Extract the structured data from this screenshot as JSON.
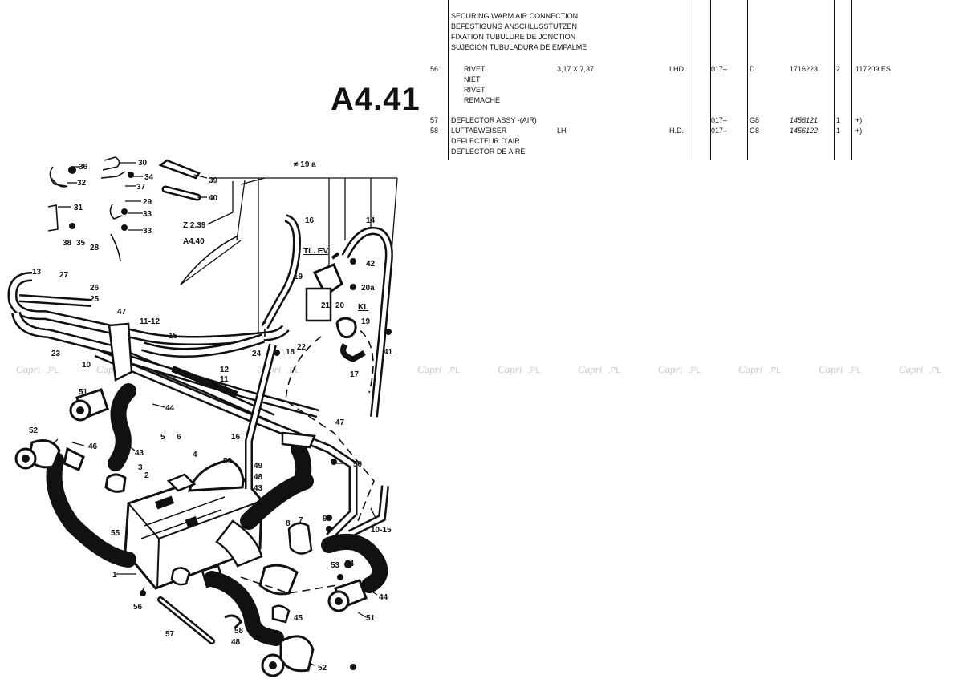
{
  "plate": {
    "code": "A4.41"
  },
  "heading": [
    "SECURING WARM AIR CONNECTION",
    "BEFESTIGUNG ANSCHLUSSTUTZEN",
    "FIXATION TUBULURE DE JONCTION",
    "SUJECION TUBULADURA DE EMPALME"
  ],
  "rows": [
    {
      "pos": "56",
      "names": [
        "RIVET",
        "NIET",
        "RIVET",
        "REMACHE"
      ],
      "spec": "3,17 X 7,37",
      "side": "LHD",
      "from": "017–",
      "code": "D",
      "part_no": "1716223",
      "qty": "2",
      "note": "117209 ES"
    },
    {
      "pos": "57",
      "names": [
        "DEFLECTOR ASSY -(AIR)"
      ],
      "spec": "",
      "side": "",
      "from": "017–",
      "code": "G8",
      "part_no": "1456121",
      "qty": "1",
      "note": "+)"
    },
    {
      "pos": "58",
      "names": [
        "LUFTABWEISER",
        "DEFLECTEUR D'AIR",
        "DEFLECTOR DE AIRE"
      ],
      "spec": "LH",
      "side": "H.D.",
      "from": "017–",
      "code": "G8",
      "part_no": "1456122",
      "qty": "1",
      "note": "+)"
    }
  ],
  "watermark": {
    "text": "Capri",
    "suffix": ".PL"
  },
  "callouts": {
    "c36": "36",
    "c32": "32",
    "c30": "30",
    "c34": "34",
    "c37": "37",
    "c39": "39",
    "c40": "40",
    "c29": "29",
    "c33a": "33",
    "c31": "31",
    "c33b": "33",
    "c28": "28",
    "c38": "38",
    "c35": "35",
    "c19a": "≠ 19 a",
    "cZ2": "Z 2.39",
    "cA4": "A4.40",
    "c16a": "16",
    "c14": "14",
    "cTLEV": "TL. EV",
    "c42": "42",
    "c19": "19",
    "c20a": "20a",
    "c21": "21",
    "c20": "20",
    "cKL": "KL",
    "c19b": "19",
    "c13": "13",
    "c27": "27",
    "c26": "26",
    "c25": "25",
    "c47a": "47",
    "c1112": "11-12",
    "c15": "15",
    "c23": "23",
    "c10": "10",
    "c24": "24",
    "c18": "18",
    "c22": "22",
    "c41": "41",
    "c17": "17",
    "c12": "12",
    "c11": "11",
    "c51a": "51",
    "c44a": "44",
    "c52a": "52",
    "c46a": "46",
    "c43a": "43",
    "c5": "5",
    "c6": "6",
    "c4": "4",
    "c3": "3",
    "c2": "2",
    "c59": "59",
    "c16b": "16",
    "c47b": "47",
    "c49": "49",
    "c48a": "48",
    "c50": "50",
    "c43b": "43",
    "c46b": "46",
    "c8": "8",
    "c7": "7",
    "c9": "9",
    "c1015": "10-15",
    "c55": "55",
    "c1": "1",
    "c53": "53",
    "c54": "54",
    "c44b": "44",
    "c56": "56",
    "c51b": "51",
    "c45": "45",
    "c58": "58",
    "c57": "57",
    "c48b": "48",
    "c52b": "52"
  }
}
